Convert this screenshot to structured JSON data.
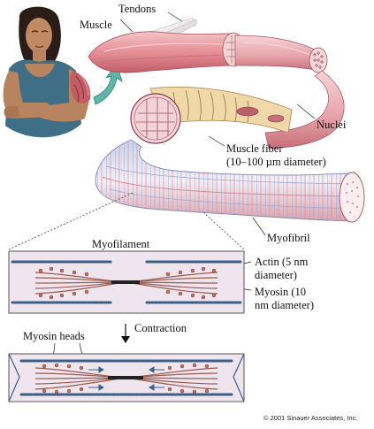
{
  "labels": {
    "tendons": "Tendons",
    "muscle": "Muscle",
    "nuclei": "Nuclei",
    "muscle_fiber": "Muscle fiber",
    "muscle_fiber_diameter": "(10–100 µm diameter)",
    "myofibril": "Myofibril",
    "myofilament": "Myofilament",
    "actin_line1": "Actin (5 nm",
    "actin_line2": "diameter)",
    "myosin_line1": "Myosin (10",
    "myosin_line2": "nm diameter)",
    "contraction": "Contraction",
    "myosin_heads": "Myosin heads",
    "copyright": "© 2001 Sinauer Associates, Inc."
  },
  "colors": {
    "muscle_pink": "#e9a3a8",
    "muscle_dark": "#c9636d",
    "fiber_blue": "#aab7d8",
    "fiber_white": "#f1eef4",
    "actin_blue": "#3d5f86",
    "myosin_brown": "#9c5b4d",
    "panel_bg": "#efe5ef",
    "skin": "#b7845f",
    "tanktop": "#3f6f86",
    "arrow_teal": "#5fb6a8"
  }
}
